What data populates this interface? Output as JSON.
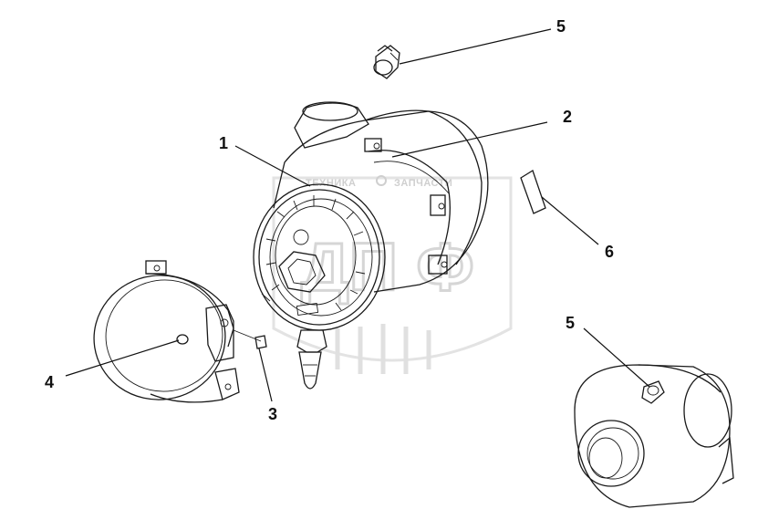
{
  "watermark": {
    "text_left": "ТЕХНИКА",
    "text_right": "ЗАПЧАСТИ",
    "logo_letters": "ДП Ф"
  },
  "callouts": [
    {
      "id": "1",
      "label": "1"
    },
    {
      "id": "2",
      "label": "2"
    },
    {
      "id": "3",
      "label": "3"
    },
    {
      "id": "4",
      "label": "4"
    },
    {
      "id": "5a",
      "label": "5"
    },
    {
      "id": "5b",
      "label": "5"
    },
    {
      "id": "6",
      "label": "6"
    }
  ]
}
